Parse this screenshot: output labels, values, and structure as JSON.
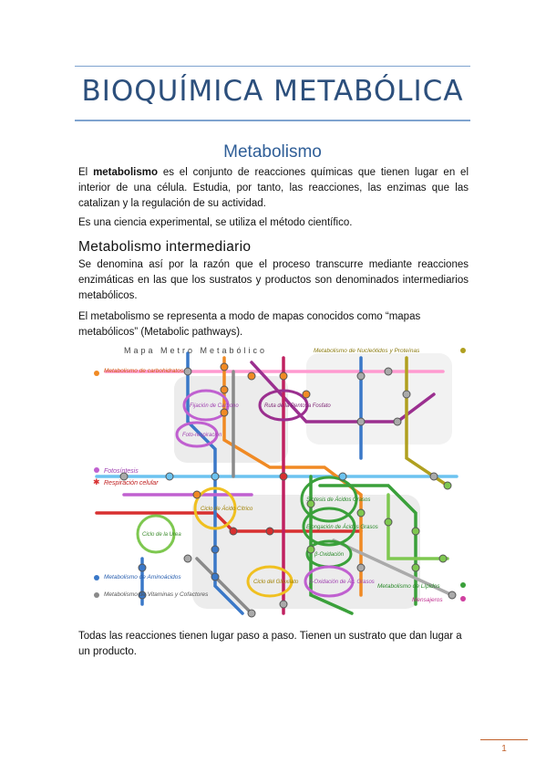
{
  "document": {
    "title": "BIOQUÍMICA METABÓLICA",
    "section_heading": "Metabolismo",
    "p1_lead": "El ",
    "p1_bold": "metabolismo",
    "p1_rest": " es el conjunto de reacciones químicas que tienen lugar en el interior de una célula. Estudia, por tanto, las reacciones, las enzimas que las catalizan y la regulación de su actividad.",
    "p2": "Es una ciencia experimental, se utiliza el método científico.",
    "subheading": "Metabolismo intermediario",
    "p3": "Se denomina así por la razón que el proceso transcurre mediante reacciones enzimáticas en las que los sustratos y productos son denominados intermediarios metabólicos.",
    "p4": "El metabolismo se representa a modo de mapas conocidos como “mapas metabólicos” (Metabolic pathways).",
    "p5": "Todas las reacciones tienen lugar paso a paso. Tienen un sustrato que dan lugar a un producto.",
    "page_number": "1"
  },
  "map": {
    "title": "Mapa Metro Metabólico",
    "legend": {
      "carbohidratos": "Metabolismo de carbohidratos",
      "fotosintesis": "Fotosíntesis",
      "respiracion": "Respiración celular",
      "aminoacidos": "Metabolismo de Aminoácidos",
      "vitaminas": "Metabolismo de Vitaminas y Cofactores",
      "nucleotidos": "Metabolismo de Nucleótidos y Proteínas",
      "lipidos": "Metabolismo de Lípidos",
      "mensajeros": "Mensajeros"
    },
    "stations": {
      "fijacion": "Fijación de Carbono",
      "foto_resp": "Foto-respiración",
      "pentosa": "Ruta de la Pentosa Fosfato",
      "krebs": "Ciclo de Ácido Cítrico",
      "urea": "Ciclo de la Urea",
      "sintesis_ag": "Síntesis de Ácidos Grasos",
      "elongacion_ag": "Elongación de Ácidos Grasos",
      "beta_ox": "β-Oxidación",
      "glioxilato": "Ciclo del Glioxilato",
      "beta_ox2": "β-Oxidación de Ác. Grasos"
    },
    "colors": {
      "carbohidratos": "#f08a24",
      "fotosintesis": "#c060d0",
      "respiracion": "#d83030",
      "aminoacidos": "#3a78c8",
      "vitaminas": "#8a8a8a",
      "nucleotidos": "#b0a020",
      "lipidos": "#3aa03a",
      "mensajeros": "#d040a0"
    }
  }
}
